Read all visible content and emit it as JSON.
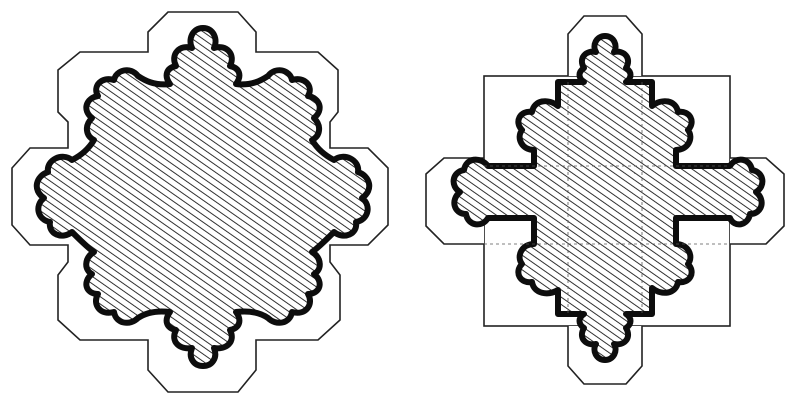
{
  "figure": {
    "description_free": true,
    "panels": [
      {
        "id": "octagonal-pier-section",
        "shape": "octagonal",
        "lobes": 8
      },
      {
        "id": "cross-pier-section",
        "shape": "cruciform",
        "lobes": 4
      }
    ],
    "colors": {
      "ink": "#111111",
      "paper": "#ffffff",
      "hatch": "#1a1a1a"
    }
  }
}
